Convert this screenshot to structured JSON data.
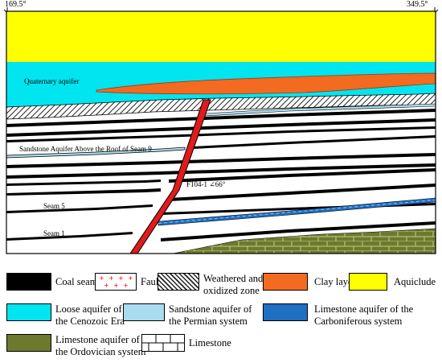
{
  "section": {
    "azimuth_left": "169.5°",
    "azimuth_right": "349.5°",
    "labels": {
      "quaternary_aquifer": "Quaternary aquifer",
      "sandstone_aquifer": "Sandstone Aquifer Above the Roof of Seam 9",
      "fault": "F104-1 ∠66°",
      "seam5": "Seam 5",
      "seam1": "Seam 1"
    }
  },
  "legend": [
    {
      "key": "coal-seam",
      "label": "Coal seam",
      "color": "#000000"
    },
    {
      "key": "fault",
      "label": "Fault",
      "color": "#ff0000"
    },
    {
      "key": "weathered-zone",
      "label": "Weathered and\noxidized zone",
      "color": "#555555"
    },
    {
      "key": "clay-layer",
      "label": "Clay layer",
      "color": "#f26b21"
    },
    {
      "key": "aquiclude",
      "label": "Aquiclude",
      "color": "#ffff00"
    },
    {
      "key": "loose-aquifer",
      "label": "Loose aquifer of\nthe Cenozoic Era",
      "color": "#00e5f0"
    },
    {
      "key": "sandstone-aquifer",
      "label": "Sandstone aquifer of\nthe Permian system",
      "color": "#a9dcef"
    },
    {
      "key": "limestone-carboniferous",
      "label": "Limestone aquifer of the\nCarboniferous system",
      "color": "#1f6fc2"
    },
    {
      "key": "limestone-ordovician",
      "label": "Limestone aquifer of\nthe Ordovician system",
      "color": "#6d7a2e"
    },
    {
      "key": "limestone",
      "label": "Limestone",
      "color": "#ffffff"
    }
  ]
}
